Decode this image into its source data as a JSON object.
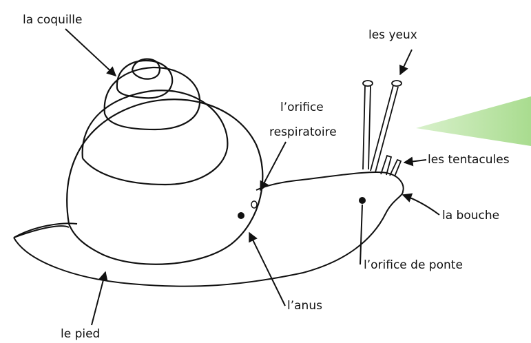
{
  "labels": {
    "shell": "la coquille",
    "eyes": "les yeux",
    "respiratory_1": "l’orifice",
    "respiratory_2": "respiratoire",
    "tentacles": "les tentacules",
    "mouth": "la bouche",
    "egg_opening": "l’orifice de ponte",
    "anus": "l’anus",
    "foot": "le pied"
  },
  "colors": {
    "line": "#111111",
    "accent_triangle": "#b6e3a0"
  }
}
